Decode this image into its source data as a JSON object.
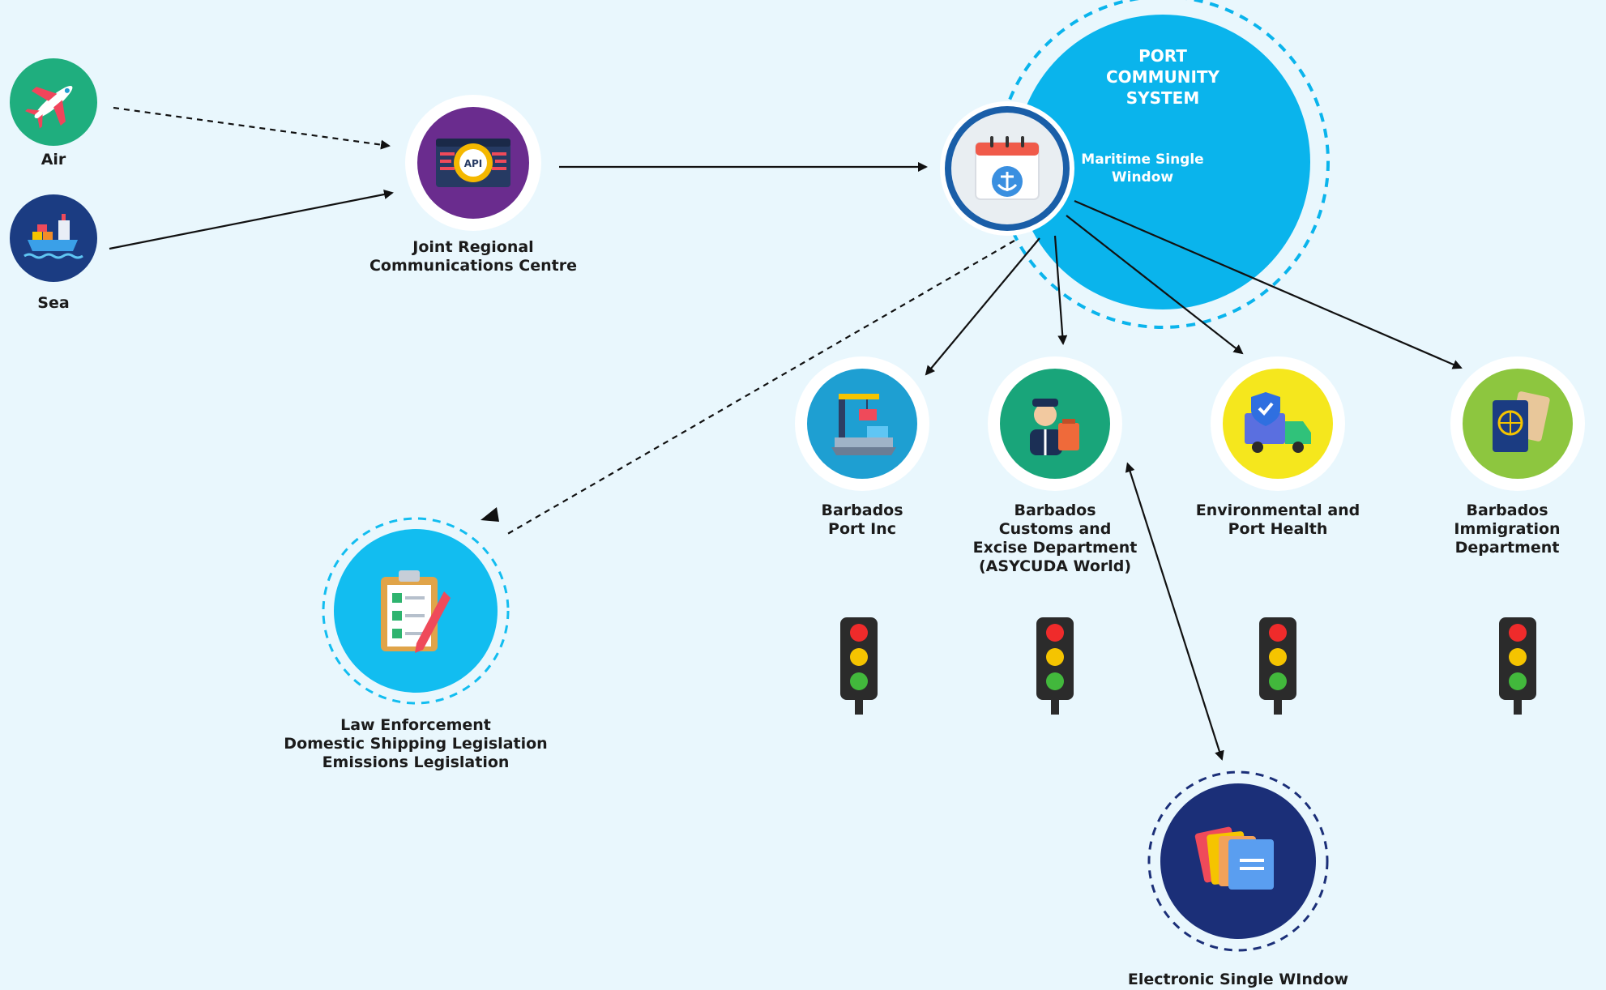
{
  "diagram": {
    "sources": [
      {
        "id": "air",
        "label": "Air",
        "icon": "airplane-icon"
      },
      {
        "id": "sea",
        "label": "Sea",
        "icon": "cargo-ship-icon"
      }
    ],
    "hub": {
      "label": "Joint Regional\nCommunications Centre",
      "icon": "api-gear-icon"
    },
    "pcs": {
      "title": "PORT\nCOMMUNITY\nSYSTEM",
      "subtitle": "Maritime Single\nWindow",
      "icon": "calendar-anchor-icon"
    },
    "agencies": [
      {
        "label": "Barbados\nPort Inc",
        "icon": "port-crane-icon"
      },
      {
        "label": "Barbados\nCustoms and\nExcise Department\n(ASYCUDA World)",
        "icon": "customs-officer-icon"
      },
      {
        "label": "Environmental and\nPort Health",
        "icon": "health-truck-icon"
      },
      {
        "label": "Barbados Immigration\nDepartment",
        "icon": "passport-icon"
      }
    ],
    "law": {
      "label": "Law Enforcement\nDomestic Shipping Legislation\nEmissions Legislation",
      "icon": "checklist-icon"
    },
    "esw": {
      "label": "Electronic Single WIndow",
      "icon": "folders-icon"
    },
    "colors": {
      "background": "#e9f7fd",
      "pcs_blue": "#0ab4ec",
      "air_green": "#1fae7e",
      "sea_navy": "#1b3c82",
      "hub_purple": "#6a2c8e",
      "port_blue": "#1e9fd2",
      "customs_green": "#19a57a",
      "health_yellow": "#f5e71d",
      "immigration_green": "#8dc63f",
      "law_blue": "#12bdf0",
      "esw_navy": "#1b2f78"
    }
  }
}
